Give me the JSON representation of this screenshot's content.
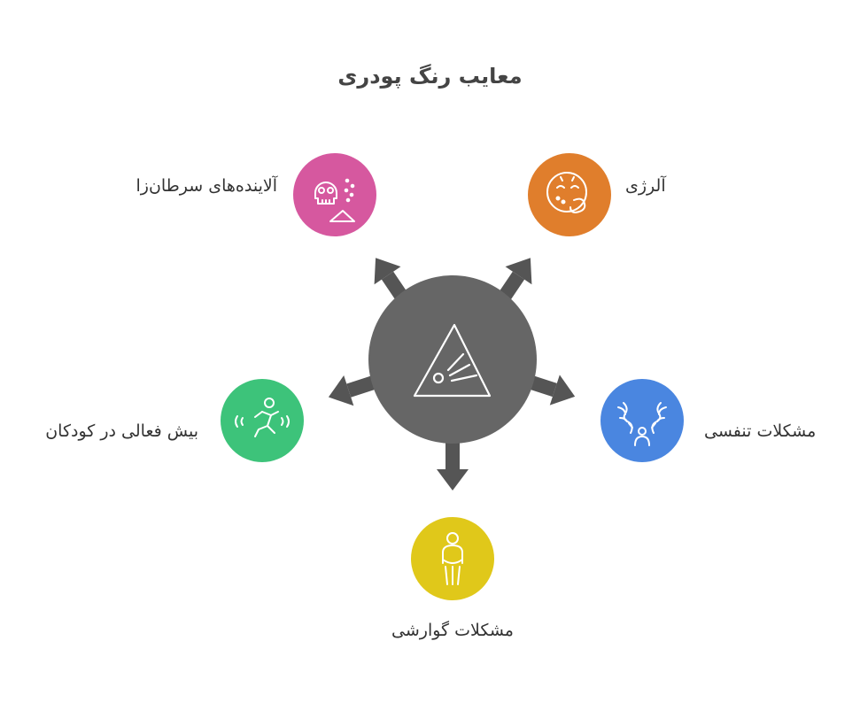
{
  "title": "معایب رنگ پودری",
  "center": {
    "icon": "warning-triangle-icon",
    "color": "#666666"
  },
  "nodes": [
    {
      "id": "carcinogens",
      "label": "آلاینده‌های سرطان‌زا",
      "color": "#D6589F",
      "icon": "skull-icon"
    },
    {
      "id": "allergy",
      "label": "آلرژی",
      "color": "#E07E2C",
      "icon": "sneeze-face-icon"
    },
    {
      "id": "respiratory",
      "label": "مشکلات تنفسی",
      "color": "#4A86E0",
      "icon": "lungs-icon"
    },
    {
      "id": "digestive",
      "label": "مشکلات گوارشی",
      "color": "#E0C81A",
      "icon": "stomach-ache-icon"
    },
    {
      "id": "hyperactivity",
      "label": "بیش فعالی در کودکان",
      "color": "#3DC37A",
      "icon": "running-child-icon"
    }
  ]
}
